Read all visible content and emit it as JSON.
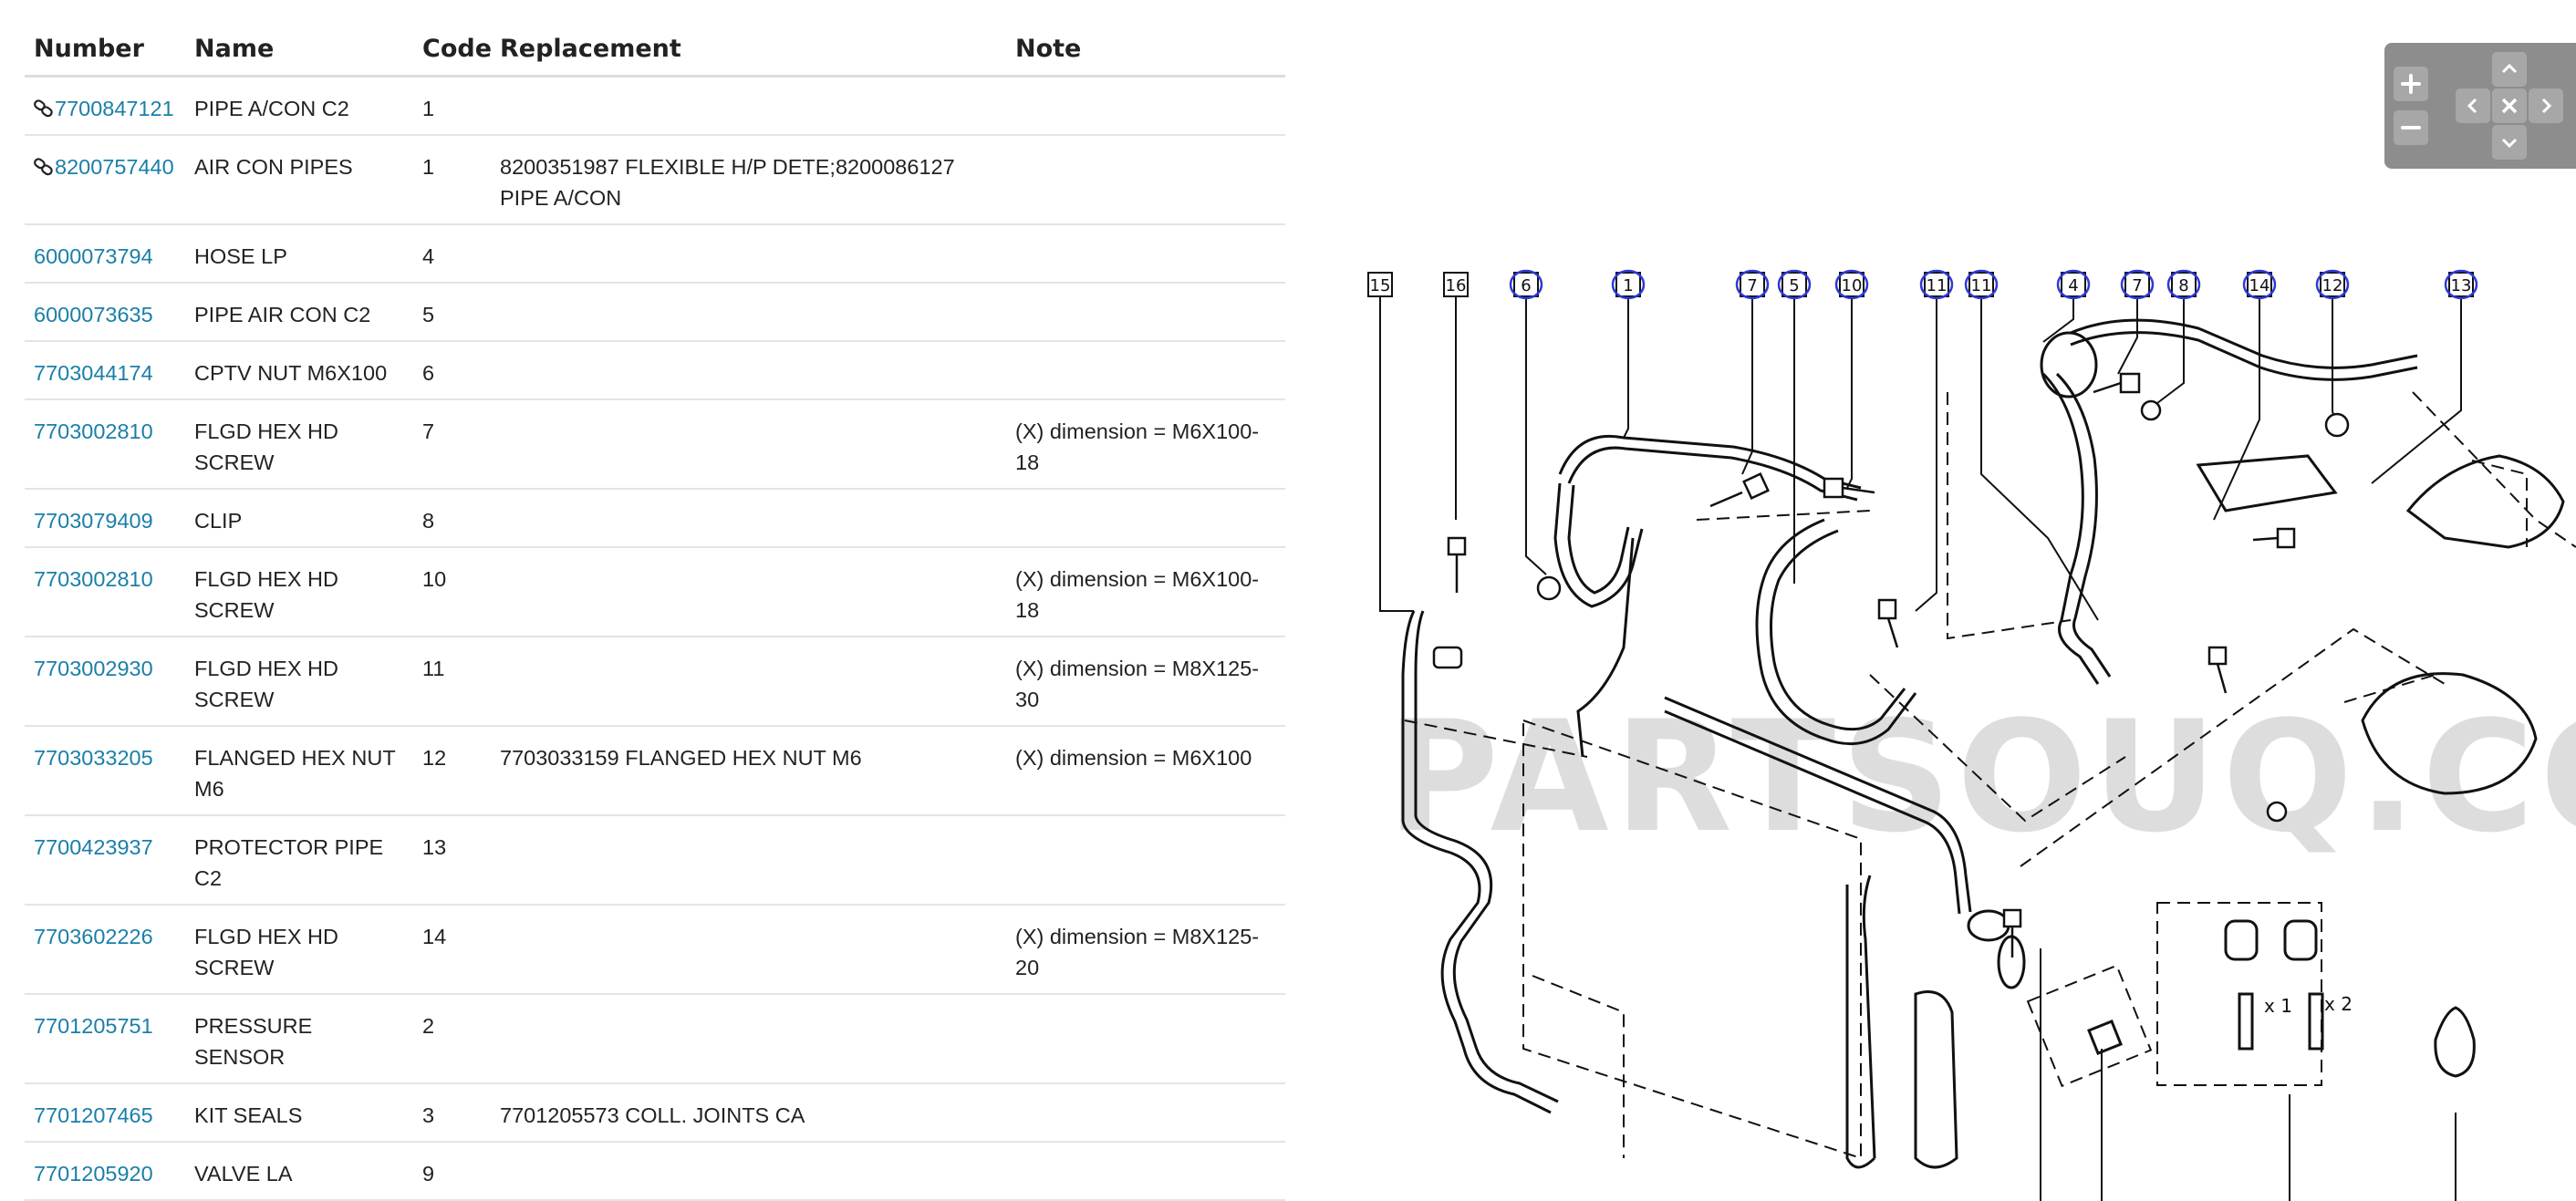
{
  "table": {
    "headers": {
      "number": "Number",
      "name": "Name",
      "code": "Code",
      "replacement": "Replacement",
      "note": "Note"
    },
    "rows": [
      {
        "number": "7700847121",
        "name": "PIPE A/CON C2",
        "code": "1",
        "replacement": "",
        "note": "",
        "linked": true
      },
      {
        "number": "8200757440",
        "name": "AIR CON PIPES",
        "code": "1",
        "replacement": "8200351987 FLEXIBLE H/P DETE;8200086127 PIPE A/CON",
        "note": "",
        "linked": true
      },
      {
        "number": "6000073794",
        "name": "HOSE LP",
        "code": "4",
        "replacement": "",
        "note": ""
      },
      {
        "number": "6000073635",
        "name": "PIPE AIR CON C2",
        "code": "5",
        "replacement": "",
        "note": ""
      },
      {
        "number": "7703044174",
        "name": "CPTV NUT M6X100",
        "code": "6",
        "replacement": "",
        "note": ""
      },
      {
        "number": "7703002810",
        "name": "FLGD HEX HD SCREW",
        "code": "7",
        "replacement": "",
        "note": "(X) dimension = M6X100-18"
      },
      {
        "number": "7703079409",
        "name": "CLIP",
        "code": "8",
        "replacement": "",
        "note": ""
      },
      {
        "number": "7703002810",
        "name": "FLGD HEX HD SCREW",
        "code": "10",
        "replacement": "",
        "note": "(X) dimension = M6X100-18"
      },
      {
        "number": "7703002930",
        "name": "FLGD HEX HD SCREW",
        "code": "11",
        "replacement": "",
        "note": "(X) dimension = M8X125-30"
      },
      {
        "number": "7703033205",
        "name": "FLANGED HEX NUT M6",
        "code": "12",
        "replacement": "7703033159 FLANGED HEX NUT M6",
        "note": "(X) dimension = M6X100"
      },
      {
        "number": "7700423937",
        "name": "PROTECTOR PIPE C2",
        "code": "13",
        "replacement": "",
        "note": ""
      },
      {
        "number": "7703602226",
        "name": "FLGD HEX HD SCREW",
        "code": "14",
        "replacement": "",
        "note": "(X) dimension = M8X125-20"
      },
      {
        "number": "7701205751",
        "name": "PRESSURE SENSOR",
        "code": "2",
        "replacement": "",
        "note": ""
      },
      {
        "number": "7701207465",
        "name": "KIT SEALS",
        "code": "3",
        "replacement": "7701205573 COLL. JOINTS CA",
        "note": ""
      },
      {
        "number": "7701205920",
        "name": "VALVE LA",
        "code": "9",
        "replacement": "",
        "note": ""
      }
    ]
  },
  "diagram": {
    "callouts": [
      "15",
      "16",
      "6",
      "1",
      "7",
      "5",
      "10",
      "11",
      "11",
      "4",
      "7",
      "8",
      "14",
      "12",
      "13"
    ],
    "watermark": "PARTSOUQ.COM",
    "qty_x1": "x 1",
    "qty_x2": "x 2"
  },
  "colors": {
    "link": "#1a7fa8",
    "callout_circle": "#2f3ad6",
    "zoom_panel": "#8d8d8d"
  },
  "zoom": {
    "zoom_in_icon": "plus-icon",
    "zoom_out_icon": "minus-icon",
    "pan_up_icon": "chevron-up-icon",
    "pan_down_icon": "chevron-down-icon",
    "pan_left_icon": "chevron-left-icon",
    "pan_right_icon": "chevron-right-icon",
    "reset_icon": "close-icon"
  }
}
